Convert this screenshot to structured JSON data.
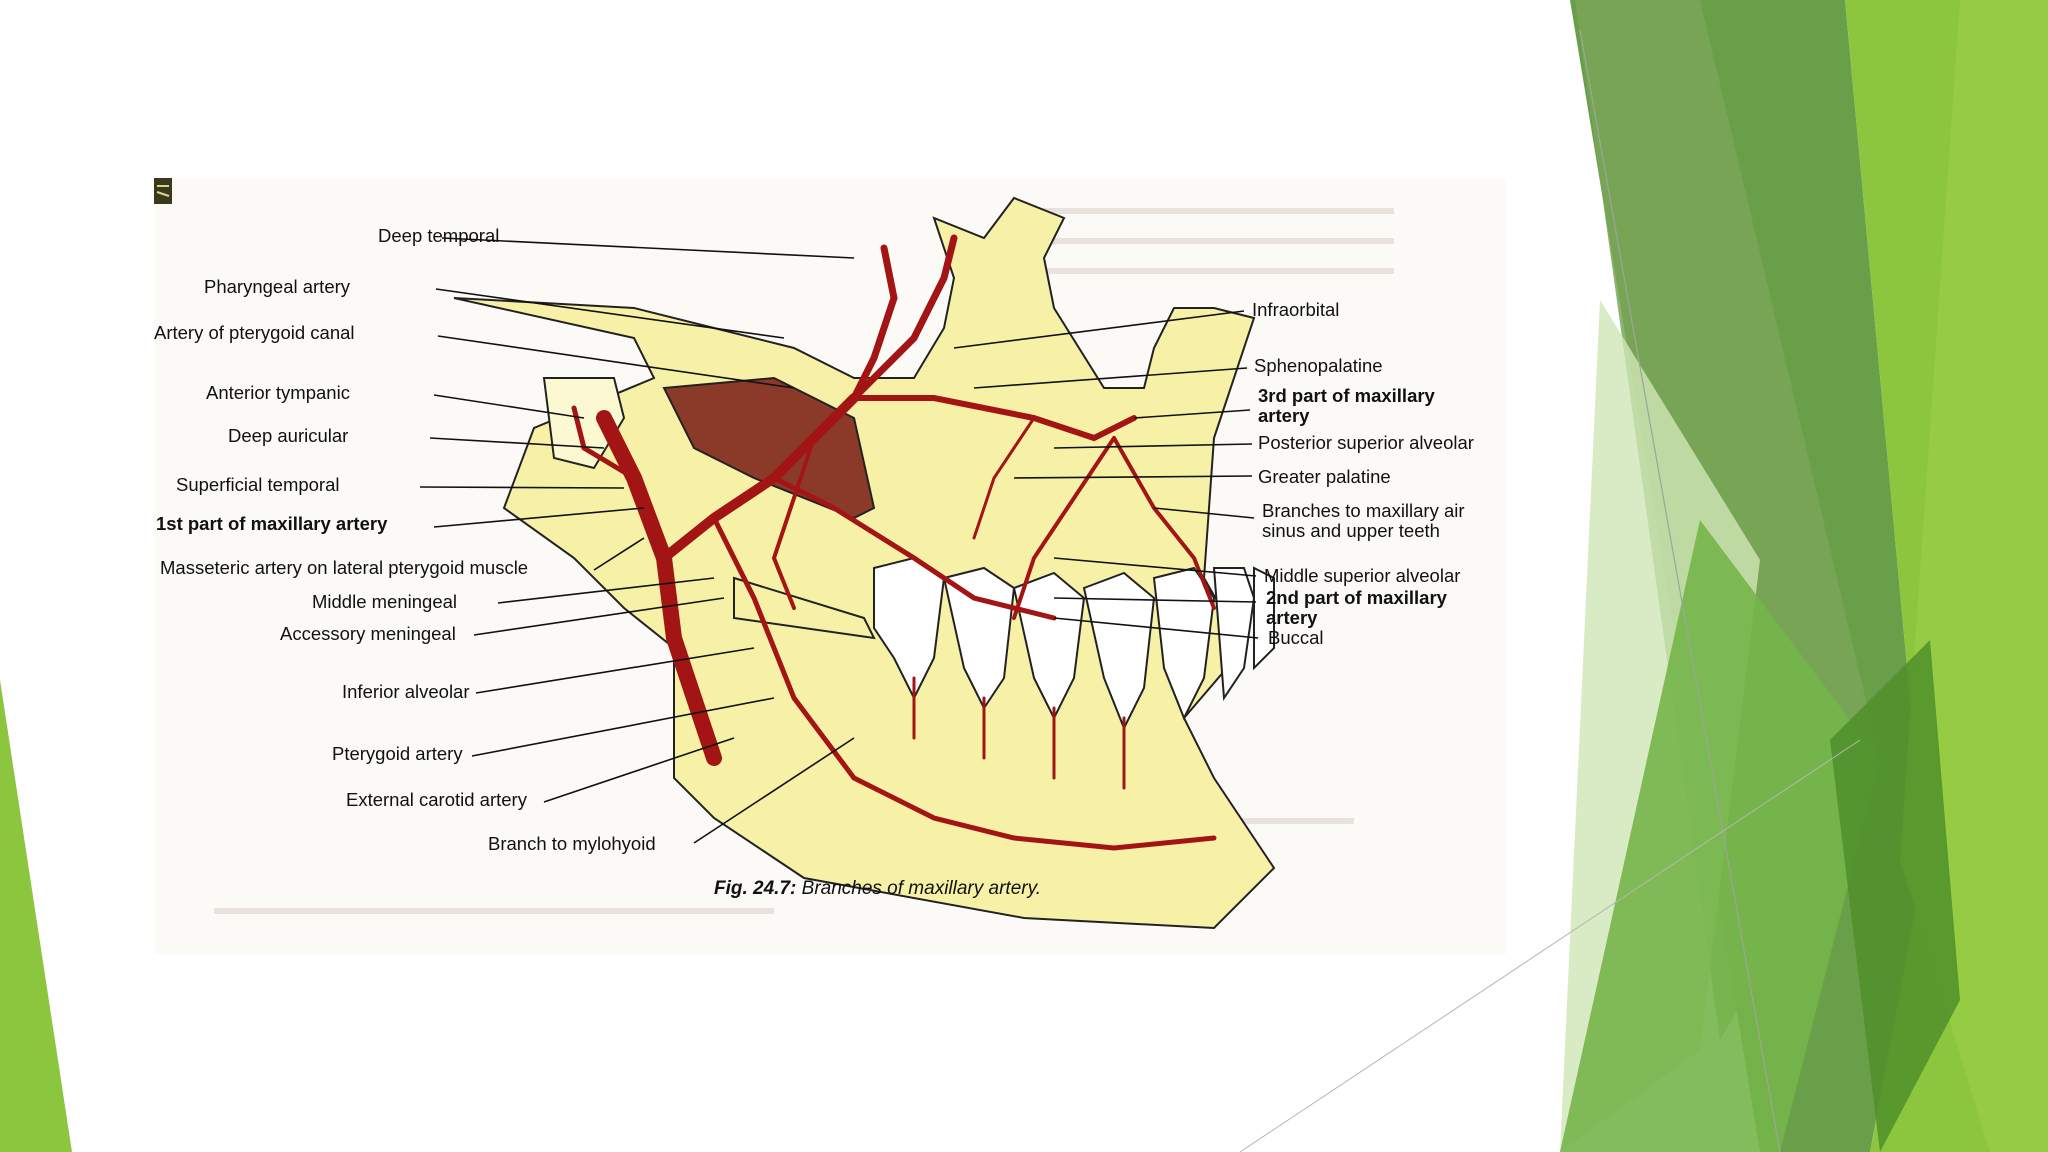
{
  "slide": {
    "background": "#ffffff",
    "accent_colors": [
      "#8cc63f",
      "#6aa84f",
      "#4f8f2a",
      "#a9d46a",
      "#d9ecc0"
    ]
  },
  "figure": {
    "caption_label": "Fig. 24.7:",
    "caption_text": "Branches of maxillary artery.",
    "colors": {
      "bone": "#f7f2a8",
      "artery": "#a31515",
      "muscle": "#8b3a2a"
    },
    "labels_left": [
      "Deep temporal",
      "Pharyngeal artery",
      "Artery of pterygoid canal",
      "Anterior tympanic",
      "Deep auricular",
      "Superficial temporal",
      "1st part of maxillary artery",
      "Masseteric artery on lateral pterygoid muscle",
      "Middle meningeal",
      "Accessory meningeal",
      "Inferior alveolar",
      "Pterygoid artery",
      "External carotid artery",
      "Branch to mylohyoid"
    ],
    "labels_right": [
      "Infraorbital",
      "Sphenopalatine",
      "3rd part of maxillary artery",
      "Posterior superior alveolar",
      "Greater palatine",
      "Branches to maxillary air sinus and upper teeth",
      "Middle superior alveolar",
      "2nd part of maxillary artery",
      "Buccal"
    ]
  }
}
